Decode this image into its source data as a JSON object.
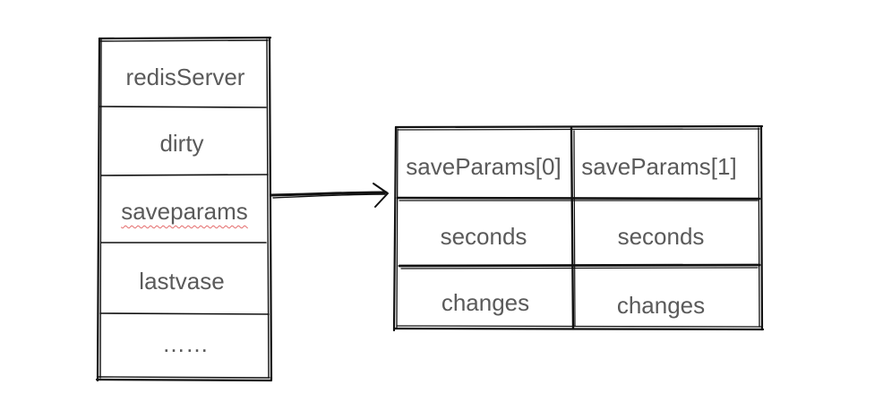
{
  "struct": {
    "fields": [
      "redisServer",
      "dirty",
      "saveparams",
      "lastvase",
      "……"
    ]
  },
  "save_table": {
    "headers": [
      "saveParams[0]",
      "saveParams[1]"
    ],
    "rows": [
      [
        "seconds",
        "seconds"
      ],
      [
        "changes",
        "changes"
      ]
    ]
  },
  "colors": {
    "stroke": "#111111",
    "text": "#5a5a5a",
    "spellcheck_underline": "#e46a6a"
  }
}
